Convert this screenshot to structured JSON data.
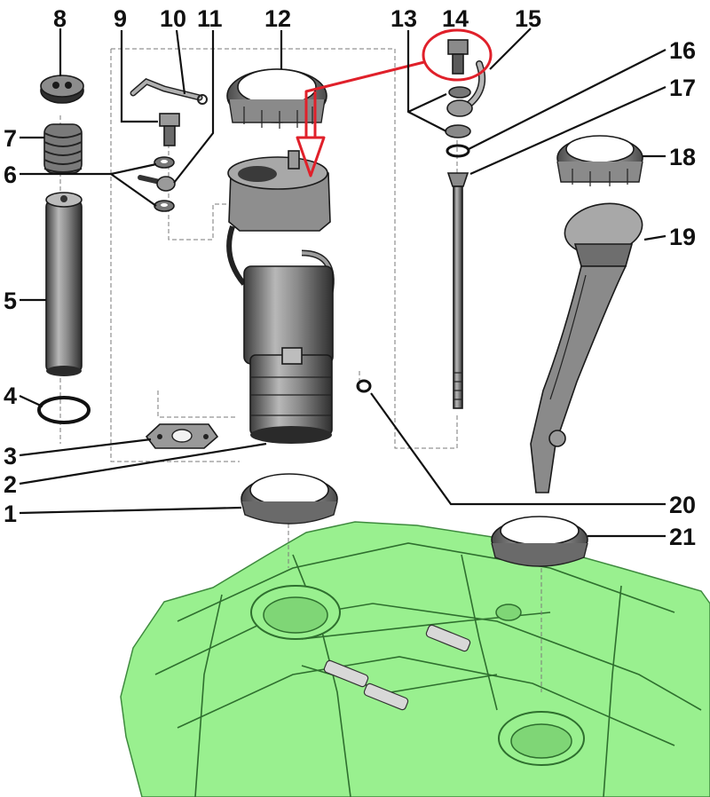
{
  "diagram": {
    "callouts": [
      {
        "id": "c1",
        "label": "1"
      },
      {
        "id": "c2",
        "label": "2"
      },
      {
        "id": "c3",
        "label": "3"
      },
      {
        "id": "c4",
        "label": "4"
      },
      {
        "id": "c5",
        "label": "5"
      },
      {
        "id": "c6",
        "label": "6"
      },
      {
        "id": "c7",
        "label": "7"
      },
      {
        "id": "c8",
        "label": "8"
      },
      {
        "id": "c9",
        "label": "9"
      },
      {
        "id": "c10",
        "label": "10"
      },
      {
        "id": "c11",
        "label": "11"
      },
      {
        "id": "c12",
        "label": "12"
      },
      {
        "id": "c13",
        "label": "13"
      },
      {
        "id": "c14",
        "label": "14"
      },
      {
        "id": "c15",
        "label": "15"
      },
      {
        "id": "c16",
        "label": "16"
      },
      {
        "id": "c17",
        "label": "17"
      },
      {
        "id": "c18",
        "label": "18"
      },
      {
        "id": "c19",
        "label": "19"
      },
      {
        "id": "c20",
        "label": "20"
      },
      {
        "id": "c21",
        "label": "21"
      }
    ],
    "colors": {
      "tank_fill": "#99f08f",
      "highlight": "#e0202a",
      "part_fill": "#9a9a9a",
      "part_dark": "#3a3a3a",
      "line": "#111111"
    }
  }
}
